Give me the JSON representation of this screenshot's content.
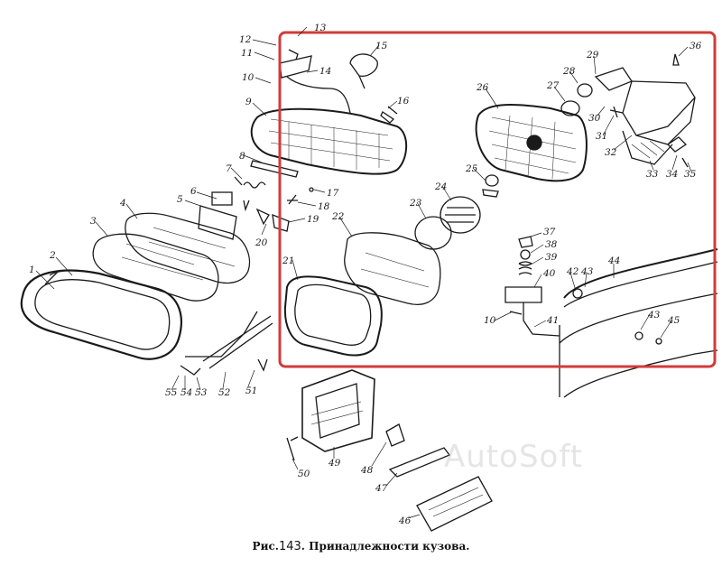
{
  "figure": {
    "caption_prefix": "Рис.",
    "caption_number": "143",
    "caption_text": ". Принадлежности кузова.",
    "watermark": "AutoSoft",
    "highlight_color": "#d23b3b"
  },
  "callouts": [
    "1",
    "2",
    "3",
    "4",
    "5",
    "6",
    "7",
    "8",
    "9",
    "10",
    "11",
    "12",
    "13",
    "14",
    "15",
    "16",
    "17",
    "18",
    "19",
    "20",
    "21",
    "22",
    "23",
    "24",
    "25",
    "26",
    "27",
    "28",
    "29",
    "30",
    "31",
    "32",
    "33",
    "34",
    "35",
    "36",
    "37",
    "38",
    "39",
    "40",
    "41",
    "42",
    "43",
    "44",
    "43",
    "45",
    "10",
    "46",
    "47",
    "48",
    "49",
    "50",
    "51",
    "52",
    "53",
    "54",
    "55"
  ]
}
